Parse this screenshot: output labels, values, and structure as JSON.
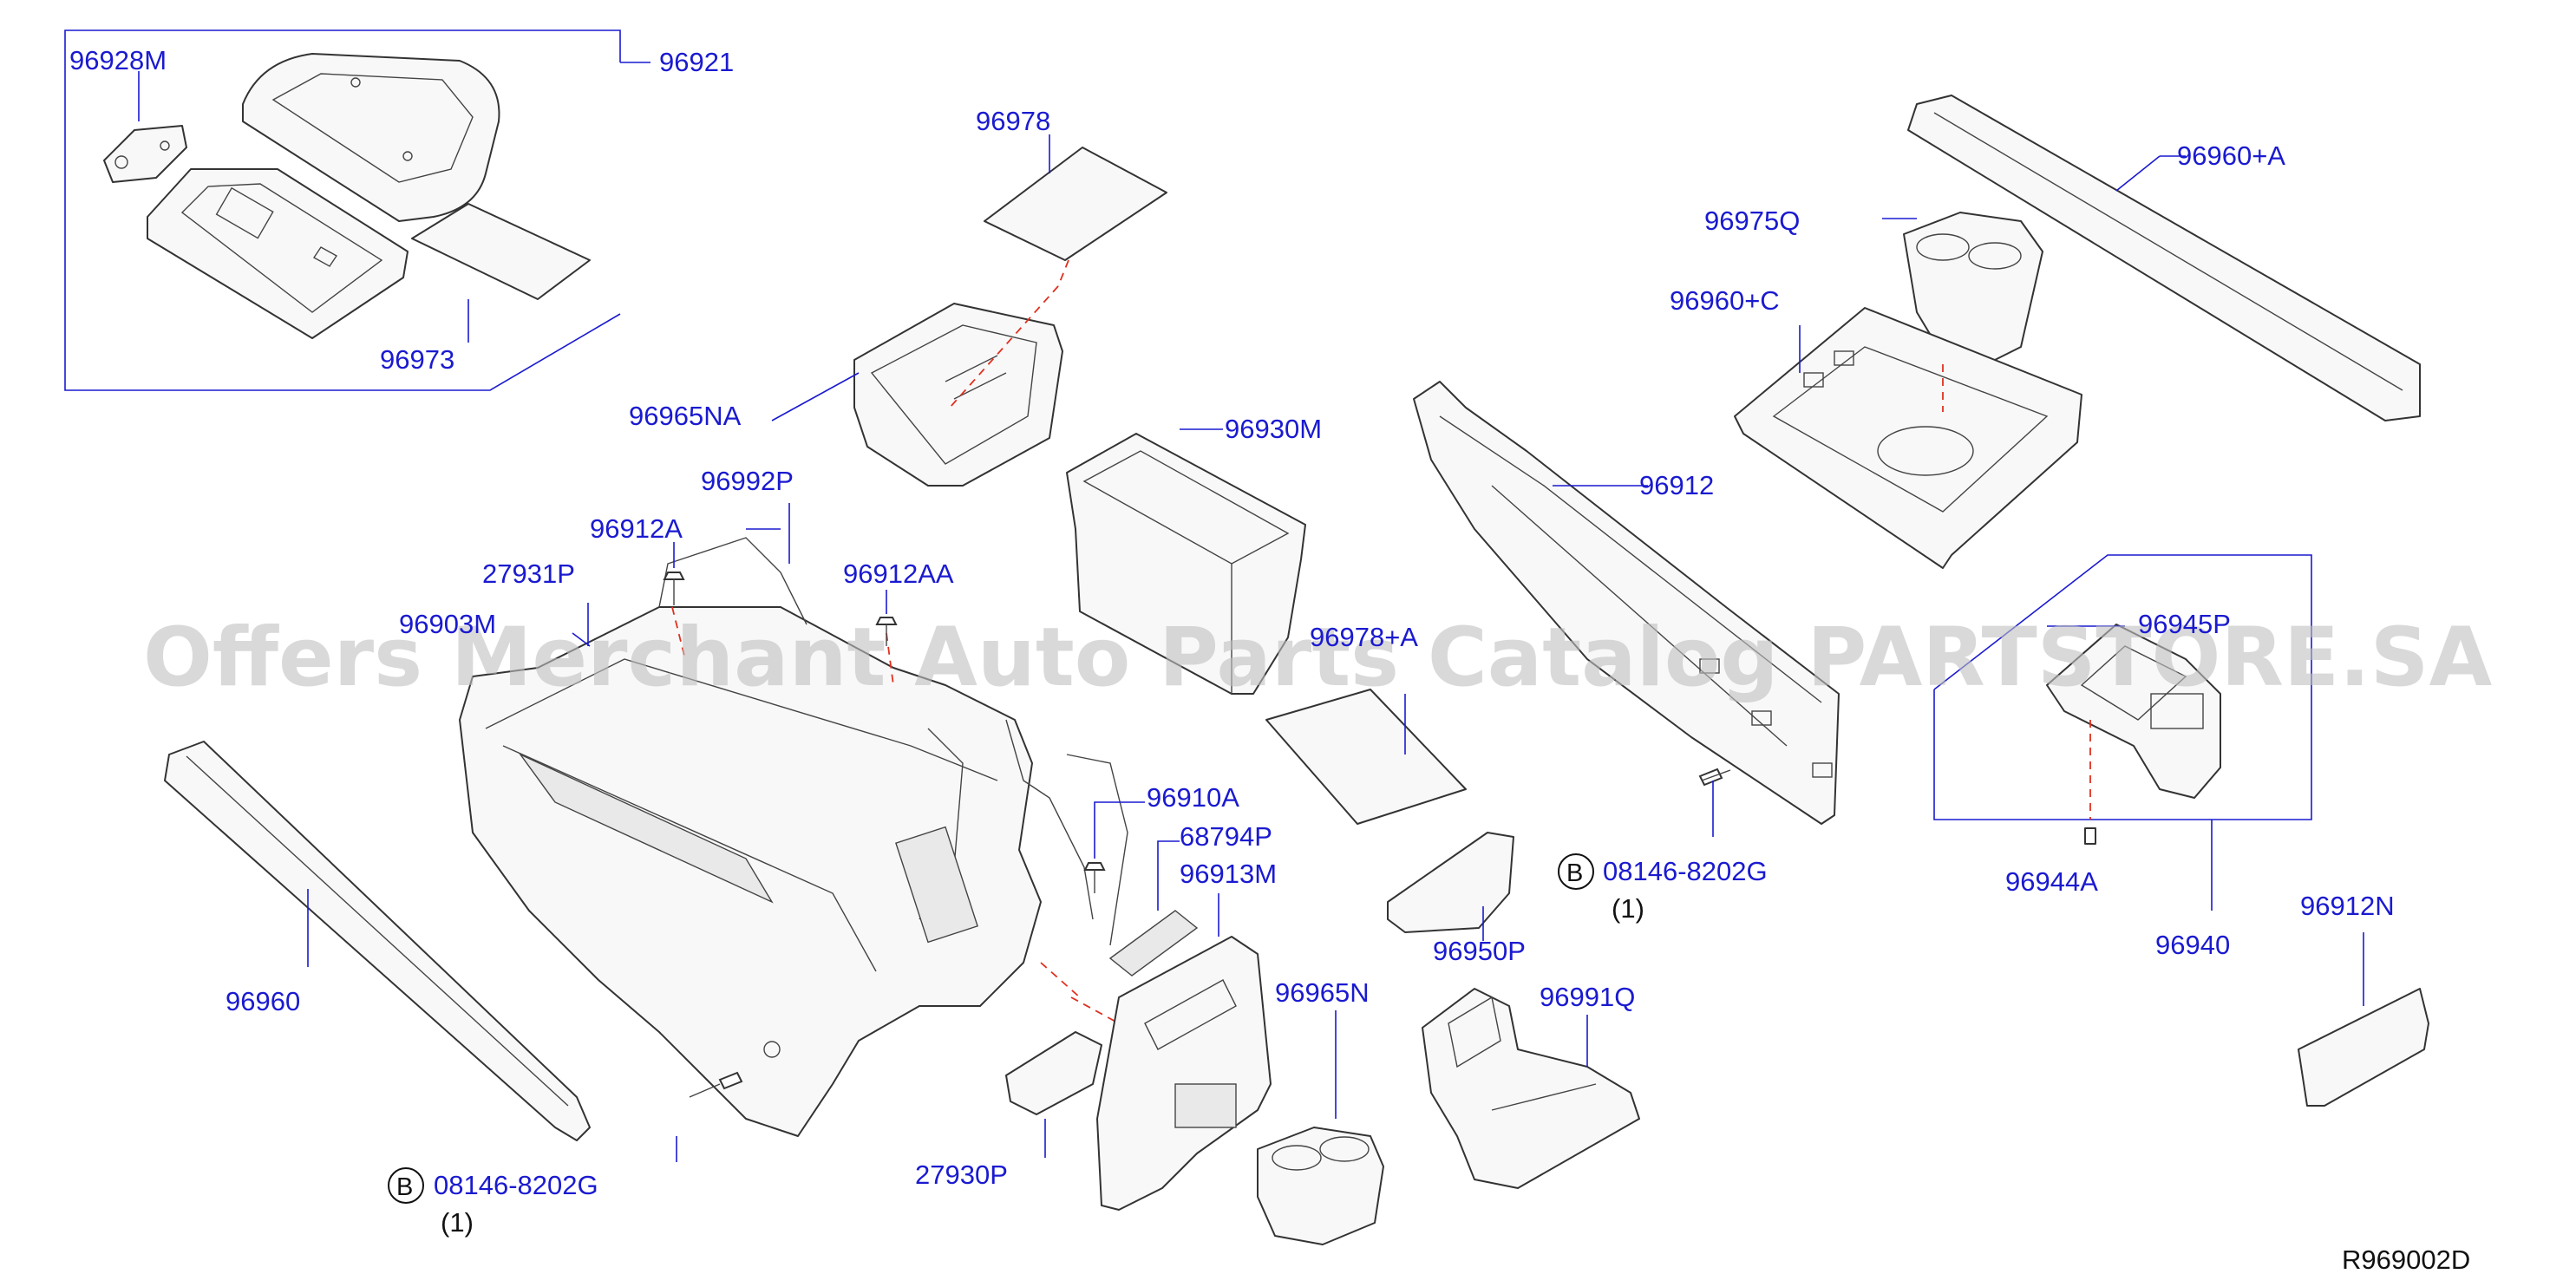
{
  "watermark": "Offers Merchant Auto Parts Catalog PARTSTORE.SA",
  "diagram_code": "R969002D",
  "bolt_symbol": "B",
  "labels": {
    "p96928M": "96928M",
    "p96921": "96921",
    "p96973": "96973",
    "p96978": "96978",
    "p96965NA": "96965NA",
    "p96930M": "96930M",
    "p96992P": "96992P",
    "p96912A": "96912A",
    "p96912AA": "96912AA",
    "p27931P": "27931P",
    "p96903M": "96903M",
    "p96978A": "96978+A",
    "p96912": "96912",
    "p96960A": "96960+A",
    "p96975Q": "96975Q",
    "p96960C": "96960+C",
    "p96945P": "96945P",
    "p96944A": "96944A",
    "p96940": "96940",
    "p96912N": "96912N",
    "p96960": "96960",
    "p96910A": "96910A",
    "p68794P": "68794P",
    "p96913M": "96913M",
    "p96965N": "96965N",
    "p96991Q": "96991Q",
    "p96950P": "96950P",
    "p27930P": "27930P",
    "bolt_right": "08146-8202G",
    "bolt_right_qty": "(1)",
    "bolt_left": "08146-8202G",
    "bolt_left_qty": "(1)"
  }
}
